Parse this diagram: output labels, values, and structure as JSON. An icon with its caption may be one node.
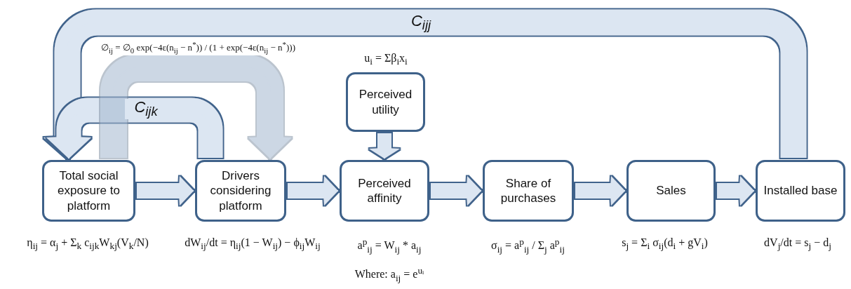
{
  "diagram": {
    "nodes": [
      {
        "text": [
          "Total social exposure to platform"
        ],
        "beside": [
          "η$_{ij}$ = α$_{j}$ + Σ$_{k}$ c$_{ijk}$W$_{kj}$(V$_{k}$/N)"
        ]
      },
      {
        "text": [
          "Drivers considering platform"
        ],
        "beside": [
          "dW$_{ij}$/dt = η$_{ij}$(1 − W$_{ij}$) − ϕ$_{ij}$W$_{ij}$"
        ]
      },
      {
        "text": [
          "Perceived affinity"
        ],
        "beside": [
          "a$^{p}$$_{ij}$ = W$_{ij}$ * a$_{ij}$",
          "Where: a$_{ij}$ = e$^{uᵢ}$"
        ]
      },
      {
        "text": [
          "Share of purchases"
        ],
        "beside": [
          "σ$_{ij}$ = a$^{p}$$_{ij}$ / Σ$_{j}$ a$^{p}$$_{ij}$"
        ]
      },
      {
        "text": [
          "Sales"
        ],
        "beside": [
          "s$_{j}$ = Σ$_{i}$ σ$_{ij}$(d$_{i}$ + gV$_{i}$)"
        ]
      },
      {
        "text": [
          "Installed base"
        ],
        "beside": [
          "dV$_{j}$/dt = s$_{j}$ − d$_{j}$"
        ]
      },
      {
        "text": [
          "Perceived utility"
        ],
        "beside": [
          "u$_{i}$ = Σβ$_{i}$x$_{i}$"
        ]
      }
    ],
    "edges": [
      {
        "from": 0,
        "to": 1,
        "arrow": "to"
      },
      {
        "from": 1,
        "to": 2,
        "arrow": "to"
      },
      {
        "from": 2,
        "to": 3,
        "arrow": "to"
      },
      {
        "from": 3,
        "to": 4,
        "arrow": "to"
      },
      {
        "from": 4,
        "to": 5,
        "arrow": "to"
      },
      {
        "from": 6,
        "to": 2,
        "arrow": "to"
      },
      {
        "from": 5,
        "to": 0,
        "arrow": "to",
        "label": "C$_{ijj}$"
      },
      {
        "from": 1,
        "to": 0,
        "arrow": "to",
        "label": "C$_{ijk}$"
      },
      {
        "from": 0,
        "to": 1,
        "arrow": "to",
        "label": "∅$_{ij}$ = ∅$_{0}$ exp(−4ε(n$_{ij}$ − n$^{*}$)) / (1 + exp(−4ε(n$_{ij}$ − n$^{*}$)))",
        "color": "#a3b7cf"
      }
    ]
  }
}
